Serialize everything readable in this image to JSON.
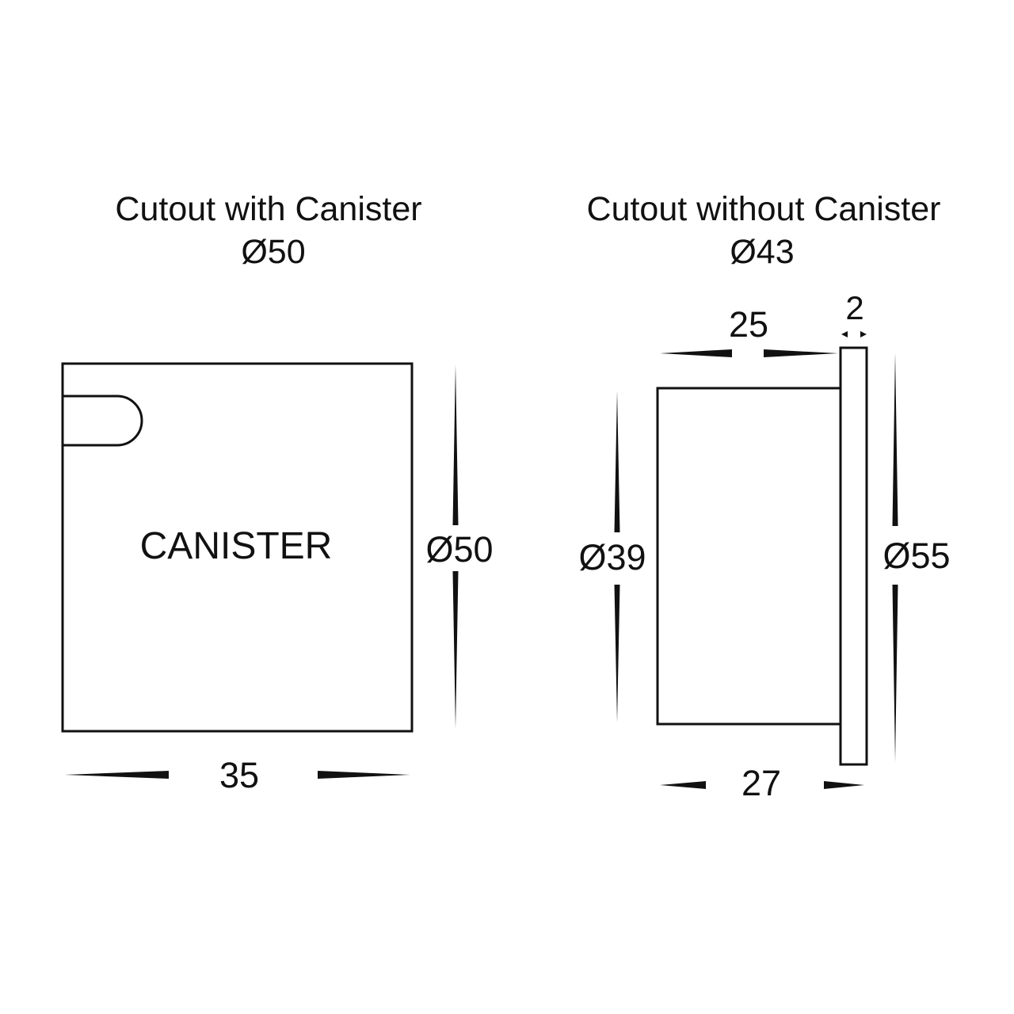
{
  "left_view": {
    "heading": "Cutout with Canister",
    "cutout_diameter": "Ø50",
    "body_label": "CANISTER",
    "height_dimension": "Ø50",
    "depth_dimension": "35"
  },
  "right_view": {
    "heading": "Cutout without Canister",
    "cutout_diameter": "Ø43",
    "body_depth_dimension": "25",
    "flange_thickness_dimension": "2",
    "body_diameter_dimension": "Ø39",
    "flange_diameter_dimension": "Ø55",
    "total_depth_dimension": "27"
  },
  "colors": {
    "line": "#111111",
    "background": "#ffffff"
  }
}
